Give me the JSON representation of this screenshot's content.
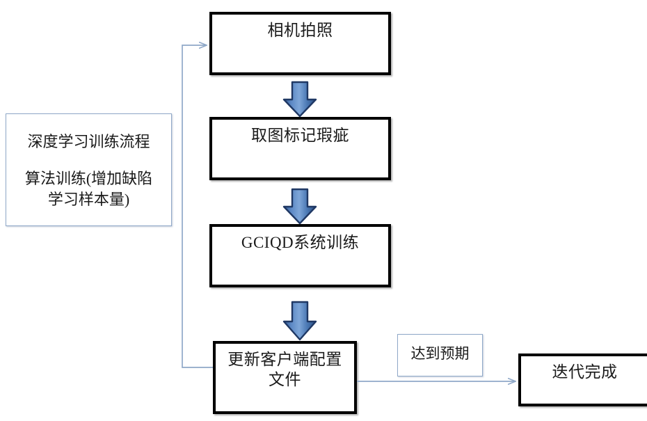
{
  "diagram": {
    "type": "flowchart",
    "title_note": {
      "line1": "深度学习训练流程",
      "line2": "算法训练(增加缺陷\n学习样本量)"
    },
    "nodes": [
      {
        "id": "camera",
        "label": "相机拍照",
        "shape": "rect-thick"
      },
      {
        "id": "mark",
        "label": "取图标记瑕疵",
        "shape": "rect-thick"
      },
      {
        "id": "train",
        "label": "GCIQD系统训练",
        "shape": "rect-thick"
      },
      {
        "id": "update",
        "label": "更新客户端配置\n文件",
        "shape": "rect-thick"
      },
      {
        "id": "done",
        "label": "迭代完成",
        "shape": "rect-thick"
      }
    ],
    "edge_label": "达到预期",
    "colors": {
      "box_border": "#000000",
      "thin_border": "#8fa8c8",
      "arrow_fill": "#4a79b4",
      "arrow_stroke": "#1f3864",
      "connector_line": "#8fa8c8",
      "text": "#1a1a1a",
      "background": "#ffffff"
    }
  }
}
